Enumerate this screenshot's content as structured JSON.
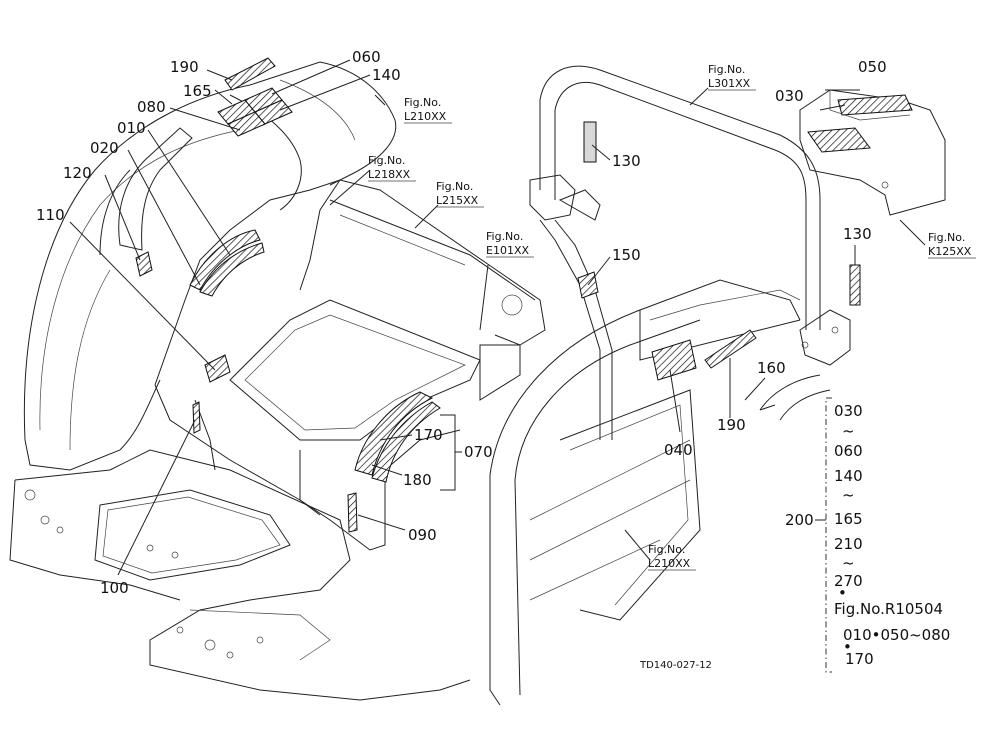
{
  "diagram": {
    "drawing_code": "TD140-027-12",
    "part_numbers": [
      {
        "id": "p190a",
        "text": "190"
      },
      {
        "id": "p060",
        "text": "060"
      },
      {
        "id": "p165",
        "text": "165"
      },
      {
        "id": "p140",
        "text": "140"
      },
      {
        "id": "p080",
        "text": "080"
      },
      {
        "id": "p010",
        "text": "010"
      },
      {
        "id": "p020",
        "text": "020"
      },
      {
        "id": "p120",
        "text": "120"
      },
      {
        "id": "p110",
        "text": "110"
      },
      {
        "id": "p130a",
        "text": "130"
      },
      {
        "id": "p050",
        "text": "050"
      },
      {
        "id": "p030",
        "text": "030"
      },
      {
        "id": "p150",
        "text": "150"
      },
      {
        "id": "p130b",
        "text": "130"
      },
      {
        "id": "p160",
        "text": "160"
      },
      {
        "id": "p040",
        "text": "040"
      },
      {
        "id": "p190b",
        "text": "190"
      },
      {
        "id": "p170",
        "text": "170"
      },
      {
        "id": "p070",
        "text": "070"
      },
      {
        "id": "p180",
        "text": "180"
      },
      {
        "id": "p090",
        "text": "090"
      },
      {
        "id": "p100",
        "text": "100"
      },
      {
        "id": "p200",
        "text": "200"
      }
    ],
    "fig_refs": [
      {
        "id": "f1",
        "label": "Fig.No.",
        "code": "L210XX"
      },
      {
        "id": "f2",
        "label": "Fig.No.",
        "code": "L218XX"
      },
      {
        "id": "f3",
        "label": "Fig.No.",
        "code": "L215XX"
      },
      {
        "id": "f4",
        "label": "Fig.No.",
        "code": "E101XX"
      },
      {
        "id": "f5",
        "label": "Fig.No.",
        "code": "L301XX"
      },
      {
        "id": "f6",
        "label": "Fig.No.",
        "code": "K125XX"
      },
      {
        "id": "f7",
        "label": "Fig.No.",
        "code": "L210XX"
      }
    ],
    "group_list": {
      "lines": [
        "030",
        "~",
        "060",
        "140",
        "~",
        "165",
        "210",
        "~",
        "270",
        "•",
        "Fig.No.R10504",
        "010•050~080",
        "•",
        "170"
      ]
    }
  }
}
